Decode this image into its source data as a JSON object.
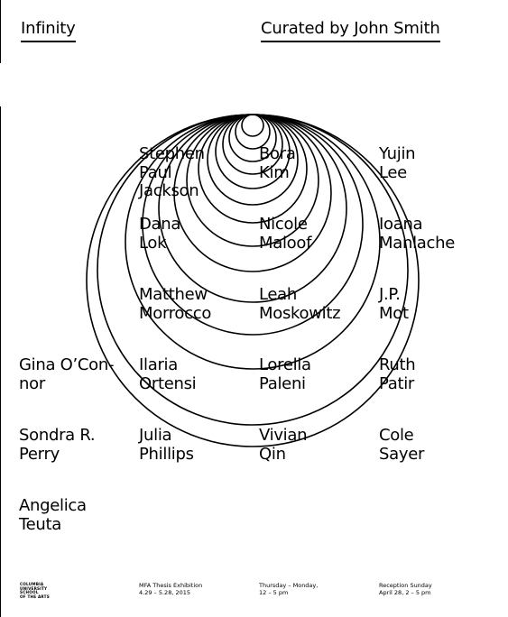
{
  "header": {
    "title_left": "Infinity",
    "title_right": "Curated by John Smith"
  },
  "artists": [
    "Stephen\nPaul\nJackson",
    "Bora\nKim",
    "Yujin\nLee",
    "Dana\nLok",
    "Nicole\nMaloof",
    "Ioana\nManlache",
    "Matthew\nMorrocco",
    "Leah\nMoskowitz",
    "J.P.\nMot",
    "Gina O’Con-\nnor",
    "Ilaria\nOrtensi",
    "Lorella\nPaleni",
    "Ruth\nPatir",
    "Sondra R.\nPerry",
    "Julia\nPhillips",
    "Vivian\nQin",
    "Cole\nSayer",
    "Angelica\nTeuta"
  ],
  "footer": {
    "logo_text": "COLUMBIA\nUNIVERSITY\nSCHOOL\nOF THE ARTS",
    "exhibition": "MFA Thesis Exhibition\n4.29 – 5.28, 2015",
    "hours": "Thursday – Monday,\n12 – 5 pm",
    "reception": "Reception Sunday\nApril 28, 2 – 5 pm"
  }
}
